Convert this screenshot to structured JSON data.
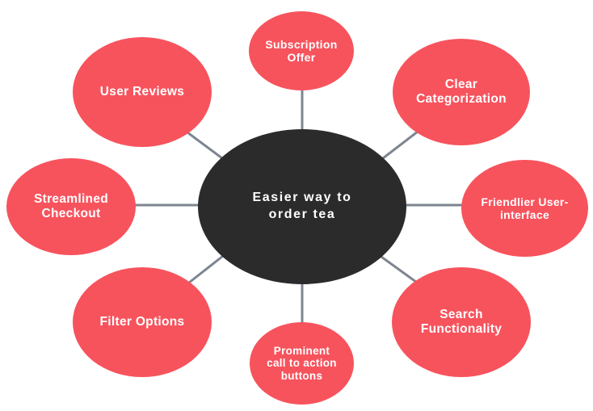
{
  "center": {
    "label": "Easier way to order tea"
  },
  "nodes": [
    {
      "id": "subscription-offer",
      "label": "Subscription Offer"
    },
    {
      "id": "clear-categorization",
      "label": "Clear Categorization"
    },
    {
      "id": "friendlier-user-interface",
      "label": "Friendlier User-interface"
    },
    {
      "id": "search-functionality",
      "label": "Search Functionality"
    },
    {
      "id": "prominent-cta",
      "label": "Prominent call to action buttons"
    },
    {
      "id": "filter-options",
      "label": "Filter Options"
    },
    {
      "id": "streamlined-checkout",
      "label": "Streamlined Checkout"
    },
    {
      "id": "user-reviews",
      "label": "User Reviews"
    }
  ],
  "colors": {
    "node_fill": "#f7535d",
    "center_fill": "#2b2b2b",
    "connector": "#7d8590",
    "text": "#ffffff"
  }
}
